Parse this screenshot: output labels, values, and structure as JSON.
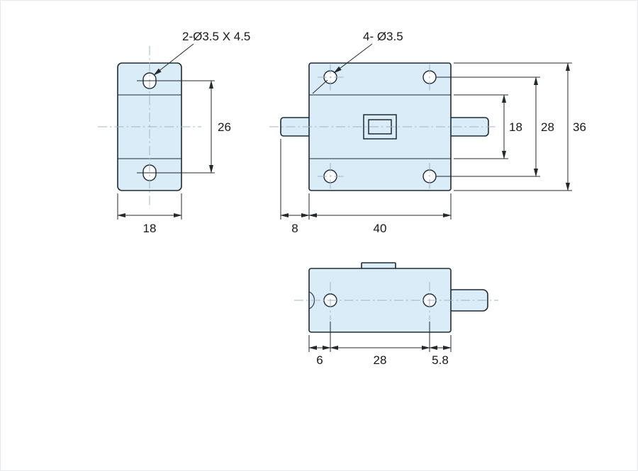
{
  "drawing": {
    "colors": {
      "part_fill": "#d9ecf8",
      "outline": "#1e2b33",
      "centerline": "#a3b4bf",
      "dimension": "#24292e",
      "text": "#16181a"
    }
  },
  "views": {
    "side": {
      "callout": "2-Ø3.5 X 4.5",
      "dim_slot_spacing": "26",
      "dim_depth": "18"
    },
    "front": {
      "callout": "4- Ø3.5",
      "dim_mid_section_height": "18",
      "dim_hole_spacing_vertical": "28",
      "dim_overall_height": "36",
      "dim_pin_length": "8",
      "dim_body_width": "40"
    },
    "bottom": {
      "dim_edge_to_hole_left": "6",
      "dim_hole_spacing_horizontal": "28",
      "dim_hole_to_edge_right": "5.8"
    }
  }
}
